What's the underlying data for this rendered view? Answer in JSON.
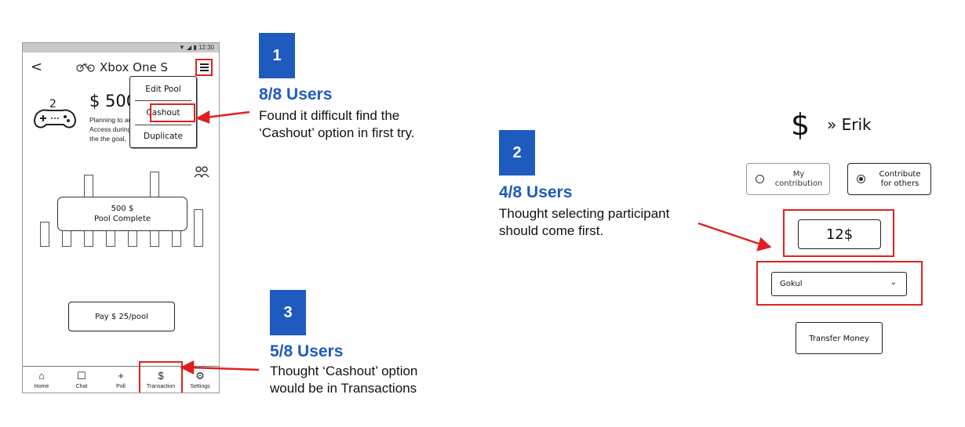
{
  "phone": {
    "status_time": "▼ ◢ ▮ 12:30",
    "back_glyph": "<",
    "title": "Xbox One S",
    "amount": "$ 500",
    "description": "Planning to and Access during the the goal,",
    "menu": {
      "edit": "Edit Pool",
      "cashout": "Cashout",
      "duplicate": "Duplicate"
    },
    "pool_amount": "500 $",
    "pool_status": "Pool Complete",
    "pay_label": "Pay $ 25/pool",
    "tabs": [
      {
        "icon": "⌂",
        "label": "Home"
      },
      {
        "icon": "☐",
        "label": "Chat"
      },
      {
        "icon": "+",
        "label": "Poll"
      },
      {
        "icon": "$",
        "label": "Transaction"
      },
      {
        "icon": "⚙",
        "label": "Settings"
      }
    ]
  },
  "annotations": [
    {
      "number": "1",
      "users": "8/8 Users",
      "line1": "Found it difficult find the",
      "line2": "‘Cashout’ option in first try."
    },
    {
      "number": "2",
      "users": "4/8 Users",
      "line1": "Thought selecting participant",
      "line2": "should come first."
    },
    {
      "number": "3",
      "users": "5/8 Users",
      "line1": "Thought ‘Cashout’ option",
      "line2": "would be in Transactions"
    }
  ],
  "transfer": {
    "currency": "$",
    "recipient": "» Erik",
    "option_my_1": "My",
    "option_my_2": "contribution",
    "option_other_1": "Contribute",
    "option_other_2": "for others",
    "amount": "12$",
    "participant": "Gokul",
    "button": "Transfer Money"
  },
  "colors": {
    "highlight": "#e02020",
    "accent": "#1f5bbf"
  }
}
